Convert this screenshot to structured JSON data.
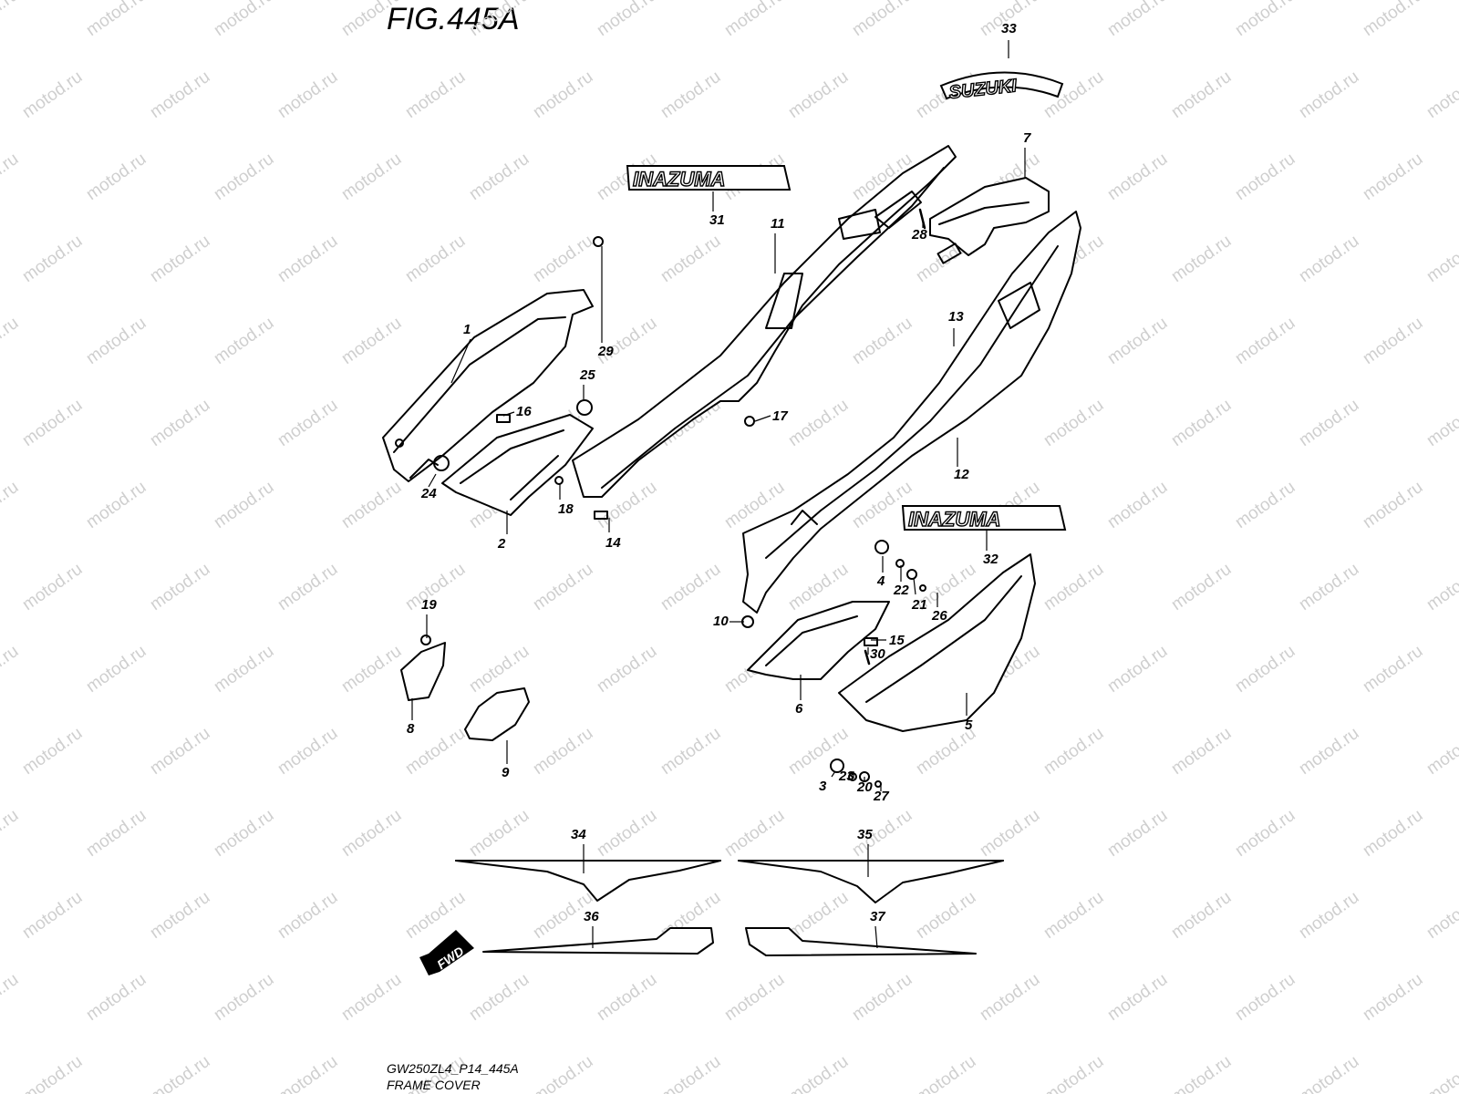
{
  "figure": {
    "title": "FIG.445A",
    "footer_code": "GW250ZL4_P14_445A",
    "footer_name": "FRAME COVER"
  },
  "watermark": "motod.ru",
  "fwd_label": "FWD",
  "decals": {
    "brand": "SUZUKI",
    "model": "INAZUMA"
  },
  "callouts": [
    "1",
    "2",
    "3",
    "4",
    "5",
    "6",
    "7",
    "8",
    "9",
    "10",
    "11",
    "12",
    "13",
    "14",
    "15",
    "16",
    "17",
    "18",
    "19",
    "20",
    "21",
    "22",
    "23",
    "24",
    "25",
    "26",
    "27",
    "28",
    "29",
    "30",
    "31",
    "32",
    "33",
    "34",
    "35",
    "36",
    "37"
  ]
}
